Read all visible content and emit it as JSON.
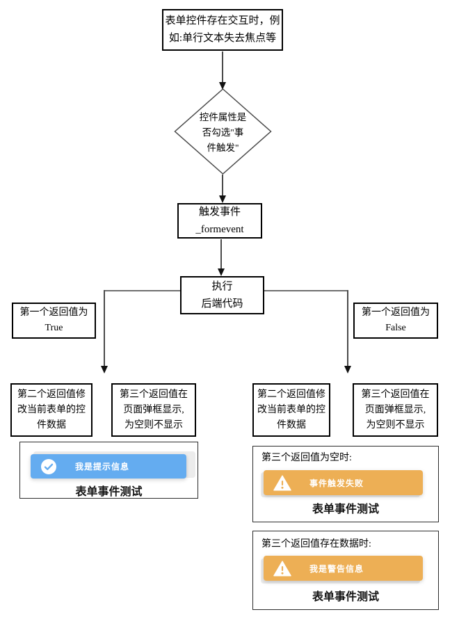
{
  "flowchart": {
    "start": "表单控件存在交互时，例\n如:单行文本失去焦点等",
    "decision": "控件属性是\n否勾选\"事\n件触发\"",
    "trigger": "触发事件\n_formevent",
    "exec": "执行\n后端代码",
    "true_label": "第一个返回值为\nTrue",
    "false_label": "第一个返回值为\nFalse",
    "true_second": "第二个返回值修\n改当前表单的控\n件数据",
    "true_third": "第三个返回值在\n页面弹框显示,\n为空则不显示",
    "false_second": "第二个返回值修\n改当前表单的控\n件数据",
    "false_third": "第三个返回值在\n页面弹框显示,\n为空则不显示"
  },
  "demos": {
    "info": {
      "toast_text": "我是提示信息",
      "form_title": "表单事件测试"
    },
    "warn_empty": {
      "caption": "第三个返回值为空时:",
      "toast_text": "事件触发失败",
      "form_title": "表单事件测试"
    },
    "warn_data": {
      "caption": "第三个返回值存在数据时:",
      "toast_text": "我是警告信息",
      "form_title": "表单事件测试"
    }
  },
  "colors": {
    "info_toast_bg": "#64ACF0",
    "warning_toast_bg": "#EDAF55",
    "connector": "#4a4a4a",
    "node_border": "#000000"
  },
  "icons": {
    "info": "check-circle-icon",
    "warning": "warning-triangle-icon"
  }
}
